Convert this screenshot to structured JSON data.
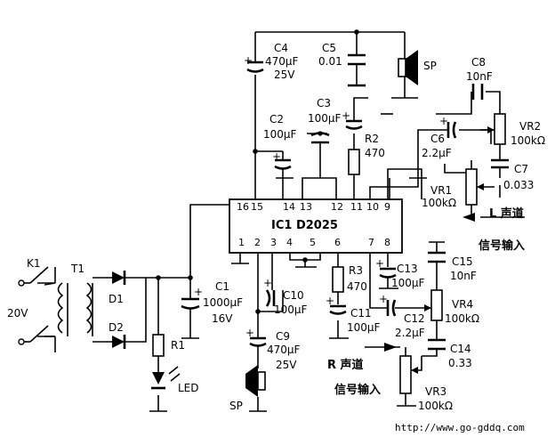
{
  "colors": {
    "ink": "#000000",
    "background": "#ffffff"
  },
  "ic": {
    "name": "IC1 D2025"
  },
  "pins": [
    "16",
    "15",
    "14",
    "13",
    "12",
    "11",
    "10",
    "9",
    "1",
    "2",
    "3",
    "4",
    "5",
    "6",
    "7",
    "8"
  ],
  "components": {
    "c1": {
      "ref": "C1",
      "value": "1000μF",
      "voltage": "16V"
    },
    "c2": {
      "ref": "C2",
      "value": "100μF"
    },
    "c3": {
      "ref": "C3",
      "value": "100μF"
    },
    "c4": {
      "ref": "C4",
      "value": "470μF",
      "voltage": "25V"
    },
    "c5": {
      "ref": "C5",
      "value": "0.01"
    },
    "c6": {
      "ref": "C6",
      "value": "2.2μF"
    },
    "c7": {
      "ref": "C7",
      "value": "0.033"
    },
    "c8": {
      "ref": "C8",
      "value": "10nF"
    },
    "c9": {
      "ref": "C9",
      "value": "470μF",
      "voltage": "25V"
    },
    "c10": {
      "ref": "C10",
      "value": "100μF"
    },
    "c11": {
      "ref": "C11",
      "value": "100μF"
    },
    "c12": {
      "ref": "C12",
      "value": "2.2μF"
    },
    "c13": {
      "ref": "C13",
      "value": "100μF"
    },
    "c14": {
      "ref": "C14",
      "value": "0.33"
    },
    "c15": {
      "ref": "C15",
      "value": "10nF"
    },
    "r1": {
      "ref": "R1"
    },
    "r2": {
      "ref": "R2",
      "value": "470"
    },
    "r3": {
      "ref": "R3",
      "value": "470"
    },
    "vr1": {
      "ref": "VR1",
      "value": "100kΩ"
    },
    "vr2": {
      "ref": "VR2",
      "value": "100kΩ"
    },
    "vr3": {
      "ref": "VR3",
      "value": "100kΩ"
    },
    "vr4": {
      "ref": "VR4",
      "value": "100kΩ"
    },
    "d1": {
      "ref": "D1"
    },
    "d2": {
      "ref": "D2"
    },
    "k1": {
      "ref": "K1"
    },
    "t1": {
      "ref": "T1"
    },
    "led": {
      "ref": "LED"
    },
    "sp_top": {
      "ref": "SP"
    },
    "sp_bottom": {
      "ref": "SP"
    }
  },
  "supply": {
    "voltage": "20V"
  },
  "inputs": {
    "left": {
      "line1": "L 声道",
      "line2": "信号输入"
    },
    "right": {
      "line1": "R 声道",
      "line2": "信号输入"
    }
  },
  "plus_sign": "+",
  "watermark": "http://www.go-gddq.com"
}
